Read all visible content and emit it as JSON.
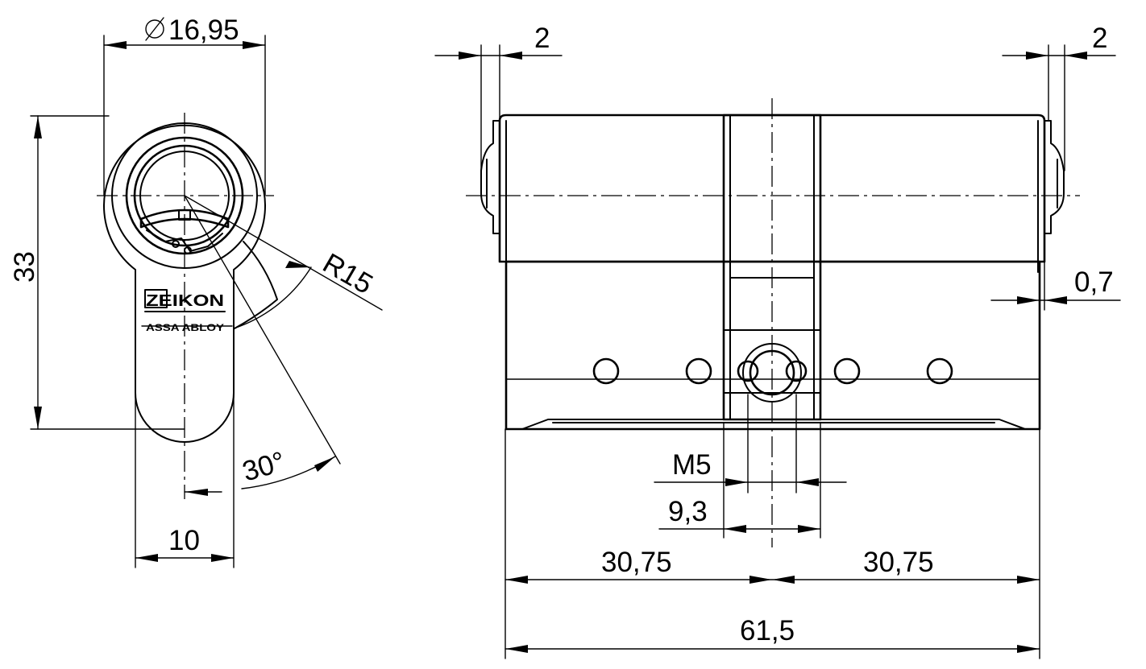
{
  "front_view": {
    "diameter": "16,95",
    "height": "33",
    "radius": "R15",
    "angle": "30°",
    "cam_width": "10",
    "brand": "ZEIKON",
    "subbrand": "ASSA ABLOY"
  },
  "side_view": {
    "flange_left": "2",
    "flange_right": "2",
    "offset": "0,7",
    "thread": "M5",
    "cam_slot": "9,3",
    "half_left": "30,75",
    "half_right": "30,75",
    "overall_length": "61,5"
  }
}
